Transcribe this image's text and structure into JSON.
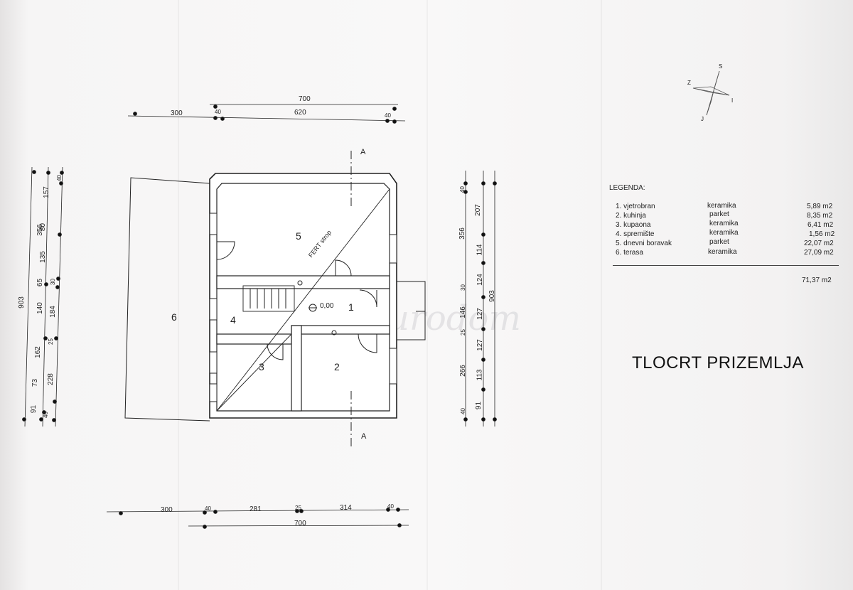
{
  "plan": {
    "title": "TLOCRT PRIZEMLJA",
    "legend_title": "LEGENDA:",
    "legend": [
      {
        "name": "1. vjetrobran",
        "finish": "keramika",
        "area": "5,89 m2"
      },
      {
        "name": "2. kuhinja",
        "finish": "parket",
        "area": "8,35 m2"
      },
      {
        "name": "3. kupaona",
        "finish": "keramika",
        "area": "6,41 m2"
      },
      {
        "name": "4. spremište",
        "finish": "keramika",
        "area": "1,56 m2"
      },
      {
        "name": "5. dnevni boravak",
        "finish": "parket",
        "area": "22,07 m2"
      },
      {
        "name": "6. terasa",
        "finish": "keramika",
        "area": "27,09 m2"
      }
    ],
    "total": "71,37 m2",
    "rooms": [
      "1",
      "2",
      "3",
      "4",
      "5",
      "6"
    ],
    "section_mark": "A",
    "level": "0,00",
    "slab_label": "FERT strop",
    "watermark": "Eurodom",
    "compass": [
      "S",
      "Z",
      "I",
      "J"
    ]
  },
  "dimensions": {
    "top_outer": "700",
    "top_inner": [
      "300",
      "40",
      "620",
      "40"
    ],
    "bottom_inner": [
      "300",
      "40",
      "281",
      "25",
      "314",
      "40"
    ],
    "bottom_outer": "700",
    "left_outer": "903",
    "left_mid": [
      "356",
      "140",
      "184",
      "162",
      "228",
      "40"
    ],
    "left_inner": [
      "40",
      "157",
      "80",
      "135",
      "65",
      "30",
      "25",
      "73",
      "91"
    ],
    "right_inner": [
      "40",
      "207",
      "114",
      "124",
      "127",
      "127",
      "113",
      "91"
    ],
    "right_mid": [
      "356",
      "30",
      "146",
      "25",
      "266",
      "40"
    ],
    "right_outer": "903"
  }
}
